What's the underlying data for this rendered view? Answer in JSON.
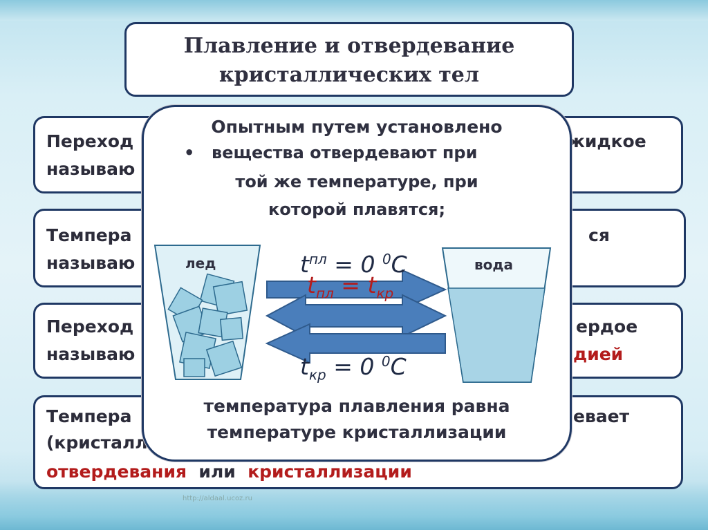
{
  "title": {
    "line1": "Плавление и отвердевание",
    "line2": "кристаллических  тел"
  },
  "row1": {
    "left1": "Переход",
    "left2": "называю",
    "right1": "жидкое"
  },
  "row2": {
    "left1": "Темпера",
    "left2": "называю",
    "right1": "ся"
  },
  "row3": {
    "left1": "Переход",
    "left2": "называю",
    "right1": "ердое",
    "right2": "дией"
  },
  "row4": {
    "left1": "Темпера",
    "right1": "евает",
    "left2": "(кристалл",
    "line3_red1": "отвердевания",
    "line3_mid": "  или  ",
    "line3_red2": "кристаллизации"
  },
  "popup": {
    "heading": "Опытным путем установлено",
    "bullet": "•",
    "bullet_l1": "вещества отвердевают  при",
    "bullet_l2": "той же температуре, при",
    "bullet_l3": "которой плавятся;",
    "ice_label": "лед",
    "water_label": "вода",
    "f1_t": "t",
    "f1_sub": "пл",
    "f1_eq": " = 0 ",
    "f1_sup": "0",
    "f1_unit": "С",
    "f2_t1": "t",
    "f2_sub1": "пл",
    "f2_eq": " = ",
    "f2_t2": "t",
    "f2_sub2": "кр",
    "f3_t": "t",
    "f3_sub": "кр",
    "f3_eq": " = 0 ",
    "f3_sup": "0",
    "f3_unit": "С",
    "conclusion1": "температура  плавления  равна",
    "conclusion2": "температуре  кристаллизации"
  },
  "watermark": "http://aldaal.ucoz.ru",
  "colors": {
    "border": "#1f3864",
    "red": "#b31c1c",
    "arrow": "#4a7ebb",
    "glass": "#a8d4e6"
  }
}
